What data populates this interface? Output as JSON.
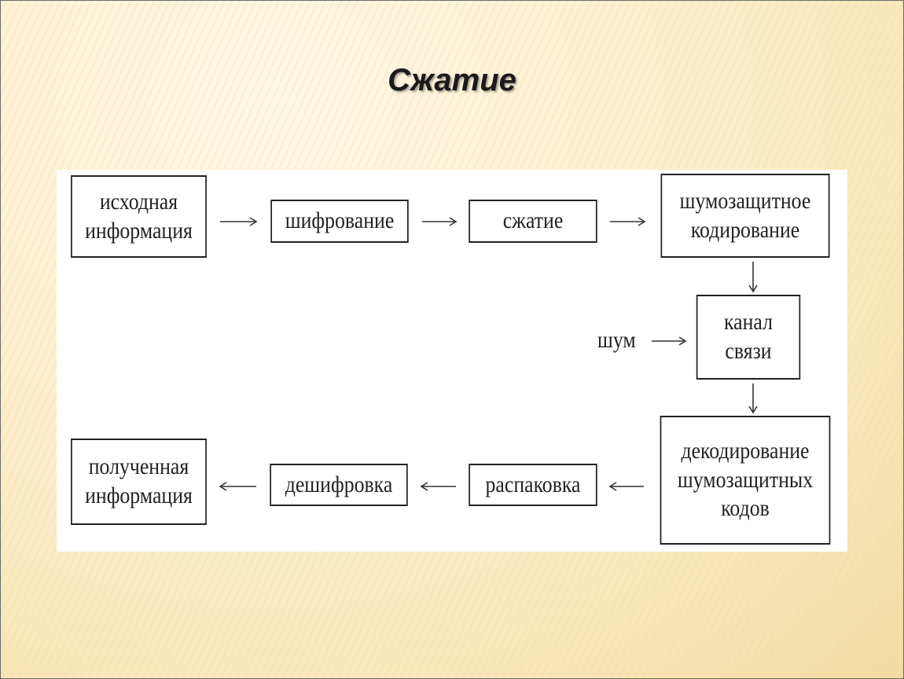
{
  "title": "Сжатие",
  "nodes": {
    "source": [
      "исходная",
      "информация"
    ],
    "encryption": "шифрование",
    "compression": "сжатие",
    "noise_coding": [
      "шумозащитное",
      "кодирование"
    ],
    "channel": [
      "канал",
      "связи"
    ],
    "noise_decoding": [
      "декодирование",
      "шумозащитных",
      "кодов"
    ],
    "decompression": "распаковка",
    "decryption": "дешифровка",
    "received": [
      "полученная",
      "информация"
    ]
  },
  "noise_label": "шум",
  "edges": [
    [
      "source",
      "encryption"
    ],
    [
      "encryption",
      "compression"
    ],
    [
      "compression",
      "noise_coding"
    ],
    [
      "noise_coding",
      "channel"
    ],
    [
      "noise",
      "channel"
    ],
    [
      "channel",
      "noise_decoding"
    ],
    [
      "noise_decoding",
      "decompression"
    ],
    [
      "decompression",
      "decryption"
    ],
    [
      "decryption",
      "received"
    ]
  ]
}
